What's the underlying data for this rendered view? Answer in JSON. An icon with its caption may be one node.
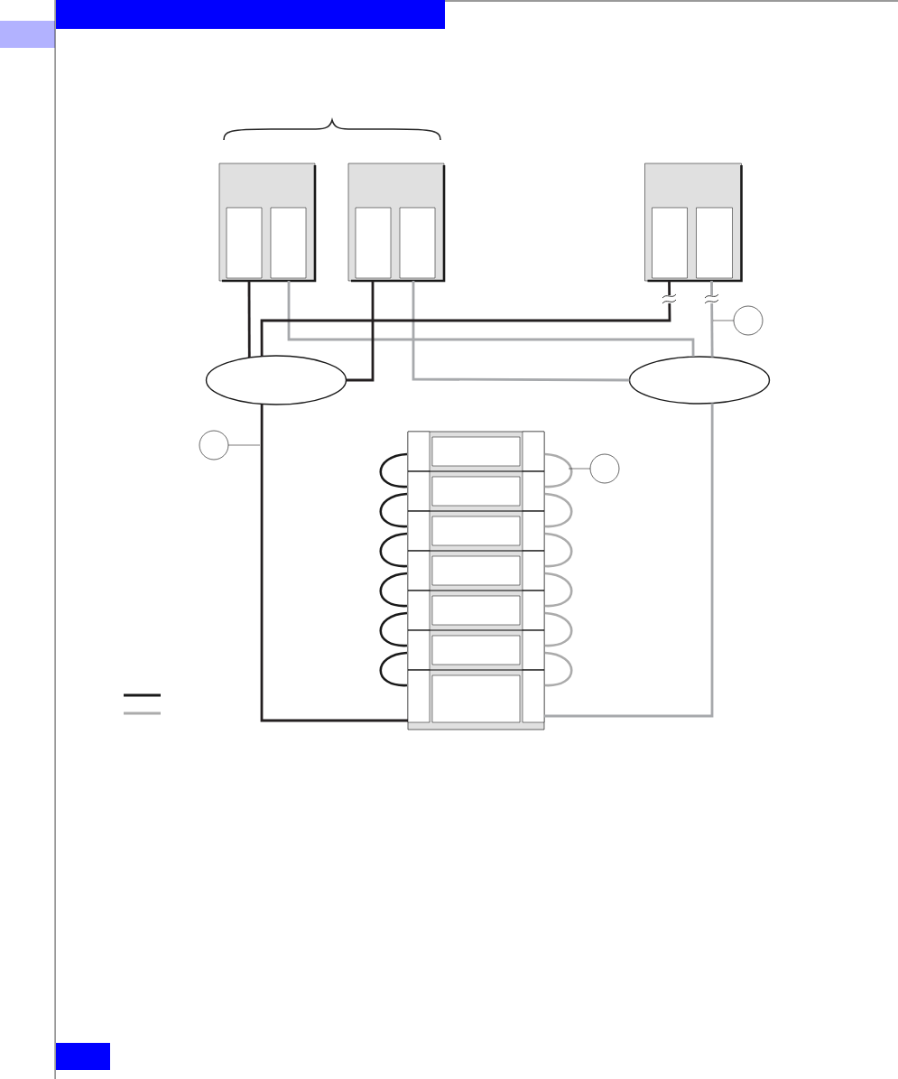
{
  "diagram": {
    "nodes": [
      {
        "text": [],
        "shape": "box"
      },
      {
        "text": [],
        "shape": "box"
      },
      {
        "text": [],
        "shape": "box"
      },
      {
        "text": [],
        "shape": "ellipse"
      },
      {
        "text": [],
        "shape": "ellipse"
      },
      {
        "text": [],
        "shape": "box"
      },
      {
        "text": [],
        "shape": "circle"
      },
      {
        "text": [],
        "shape": "circle"
      },
      {
        "text": [],
        "shape": "circle"
      }
    ],
    "edges": [
      {
        "from": 0,
        "to": 3,
        "arrow": "none"
      },
      {
        "from": 0,
        "to": 4,
        "arrow": "none",
        "color": "#a7a9ac"
      },
      {
        "from": 1,
        "to": 3,
        "arrow": "none"
      },
      {
        "from": 1,
        "to": 4,
        "arrow": "none",
        "color": "#a7a9ac"
      },
      {
        "from": 2,
        "to": 3,
        "arrow": "none"
      },
      {
        "from": 2,
        "to": 4,
        "arrow": "none",
        "color": "#a7a9ac"
      },
      {
        "from": 3,
        "to": 5,
        "arrow": "none"
      },
      {
        "from": 4,
        "to": 5,
        "arrow": "none",
        "color": "#a7a9ac"
      },
      {
        "from": 6,
        "to": null,
        "arrow": "none"
      },
      {
        "from": 7,
        "to": 5,
        "arrow": "none"
      },
      {
        "from": 8,
        "to": null,
        "arrow": "none"
      }
    ]
  }
}
